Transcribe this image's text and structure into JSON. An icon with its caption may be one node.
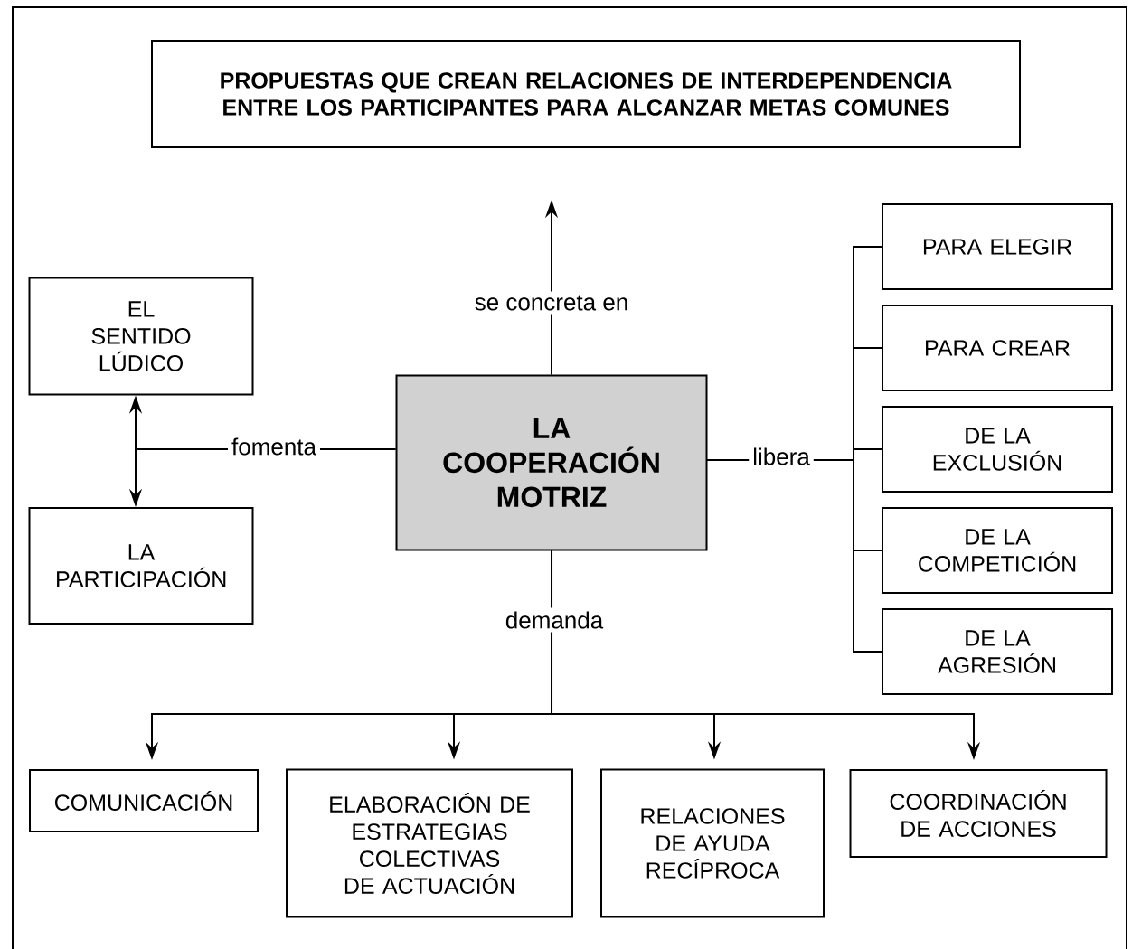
{
  "diagram": {
    "nodes": [
      {
        "text": [
          "PROPUESTAS QUE CREAN RELACIONES DE INTERDEPENDENCIA ENTRE LOS PARTICIPANTES PARA ALCANZAR METAS COMUNES"
        ]
      },
      {
        "text": [
          "EL SENTIDO LÚDICO"
        ]
      },
      {
        "text": [
          "LA COOPERACIÓN MOTRIZ"
        ]
      },
      {
        "text": [
          "PARA ELEGIR"
        ]
      },
      {
        "text": [
          "PARA CREAR"
        ]
      },
      {
        "text": [
          "DE LA EXCLUSIÓN"
        ]
      },
      {
        "text": [
          "DE LA COMPETICIÓN"
        ]
      },
      {
        "text": [
          "DE LA AGRESIÓN"
        ]
      },
      {
        "text": [
          "LA PARTICIPACIÓN"
        ]
      },
      {
        "text": [
          "COMUNICACIÓN"
        ]
      },
      {
        "text": [
          "ELABORACIÓN DE ESTRATEGIAS COLECTIVAS DE ACTUACIÓN"
        ]
      },
      {
        "text": [
          "RELACIONES DE AYUDA RECÍPROCA"
        ]
      },
      {
        "text": [
          "COORDINACIÓN DE ACCIONES"
        ]
      }
    ],
    "edges": [
      {
        "from": 2,
        "to": 0,
        "arrow": "to",
        "label": "se concreta en"
      },
      {
        "from": 2,
        "to": 1,
        "arrow": "to",
        "label": "fomenta"
      },
      {
        "from": 2,
        "to": 8,
        "arrow": "to"
      },
      {
        "from": 2,
        "to": 3,
        "arrow": "none",
        "label": "libera"
      },
      {
        "from": 2,
        "to": 4,
        "arrow": "none"
      },
      {
        "from": 2,
        "to": 5,
        "arrow": "none"
      },
      {
        "from": 2,
        "to": 6,
        "arrow": "none"
      },
      {
        "from": 2,
        "to": 7,
        "arrow": "none"
      },
      {
        "from": 2,
        "to": 9,
        "arrow": "to",
        "label": "demanda"
      },
      {
        "from": 2,
        "to": 10,
        "arrow": "to"
      },
      {
        "from": 2,
        "to": 11,
        "arrow": "to"
      },
      {
        "from": 2,
        "to": 12,
        "arrow": "to"
      }
    ]
  }
}
